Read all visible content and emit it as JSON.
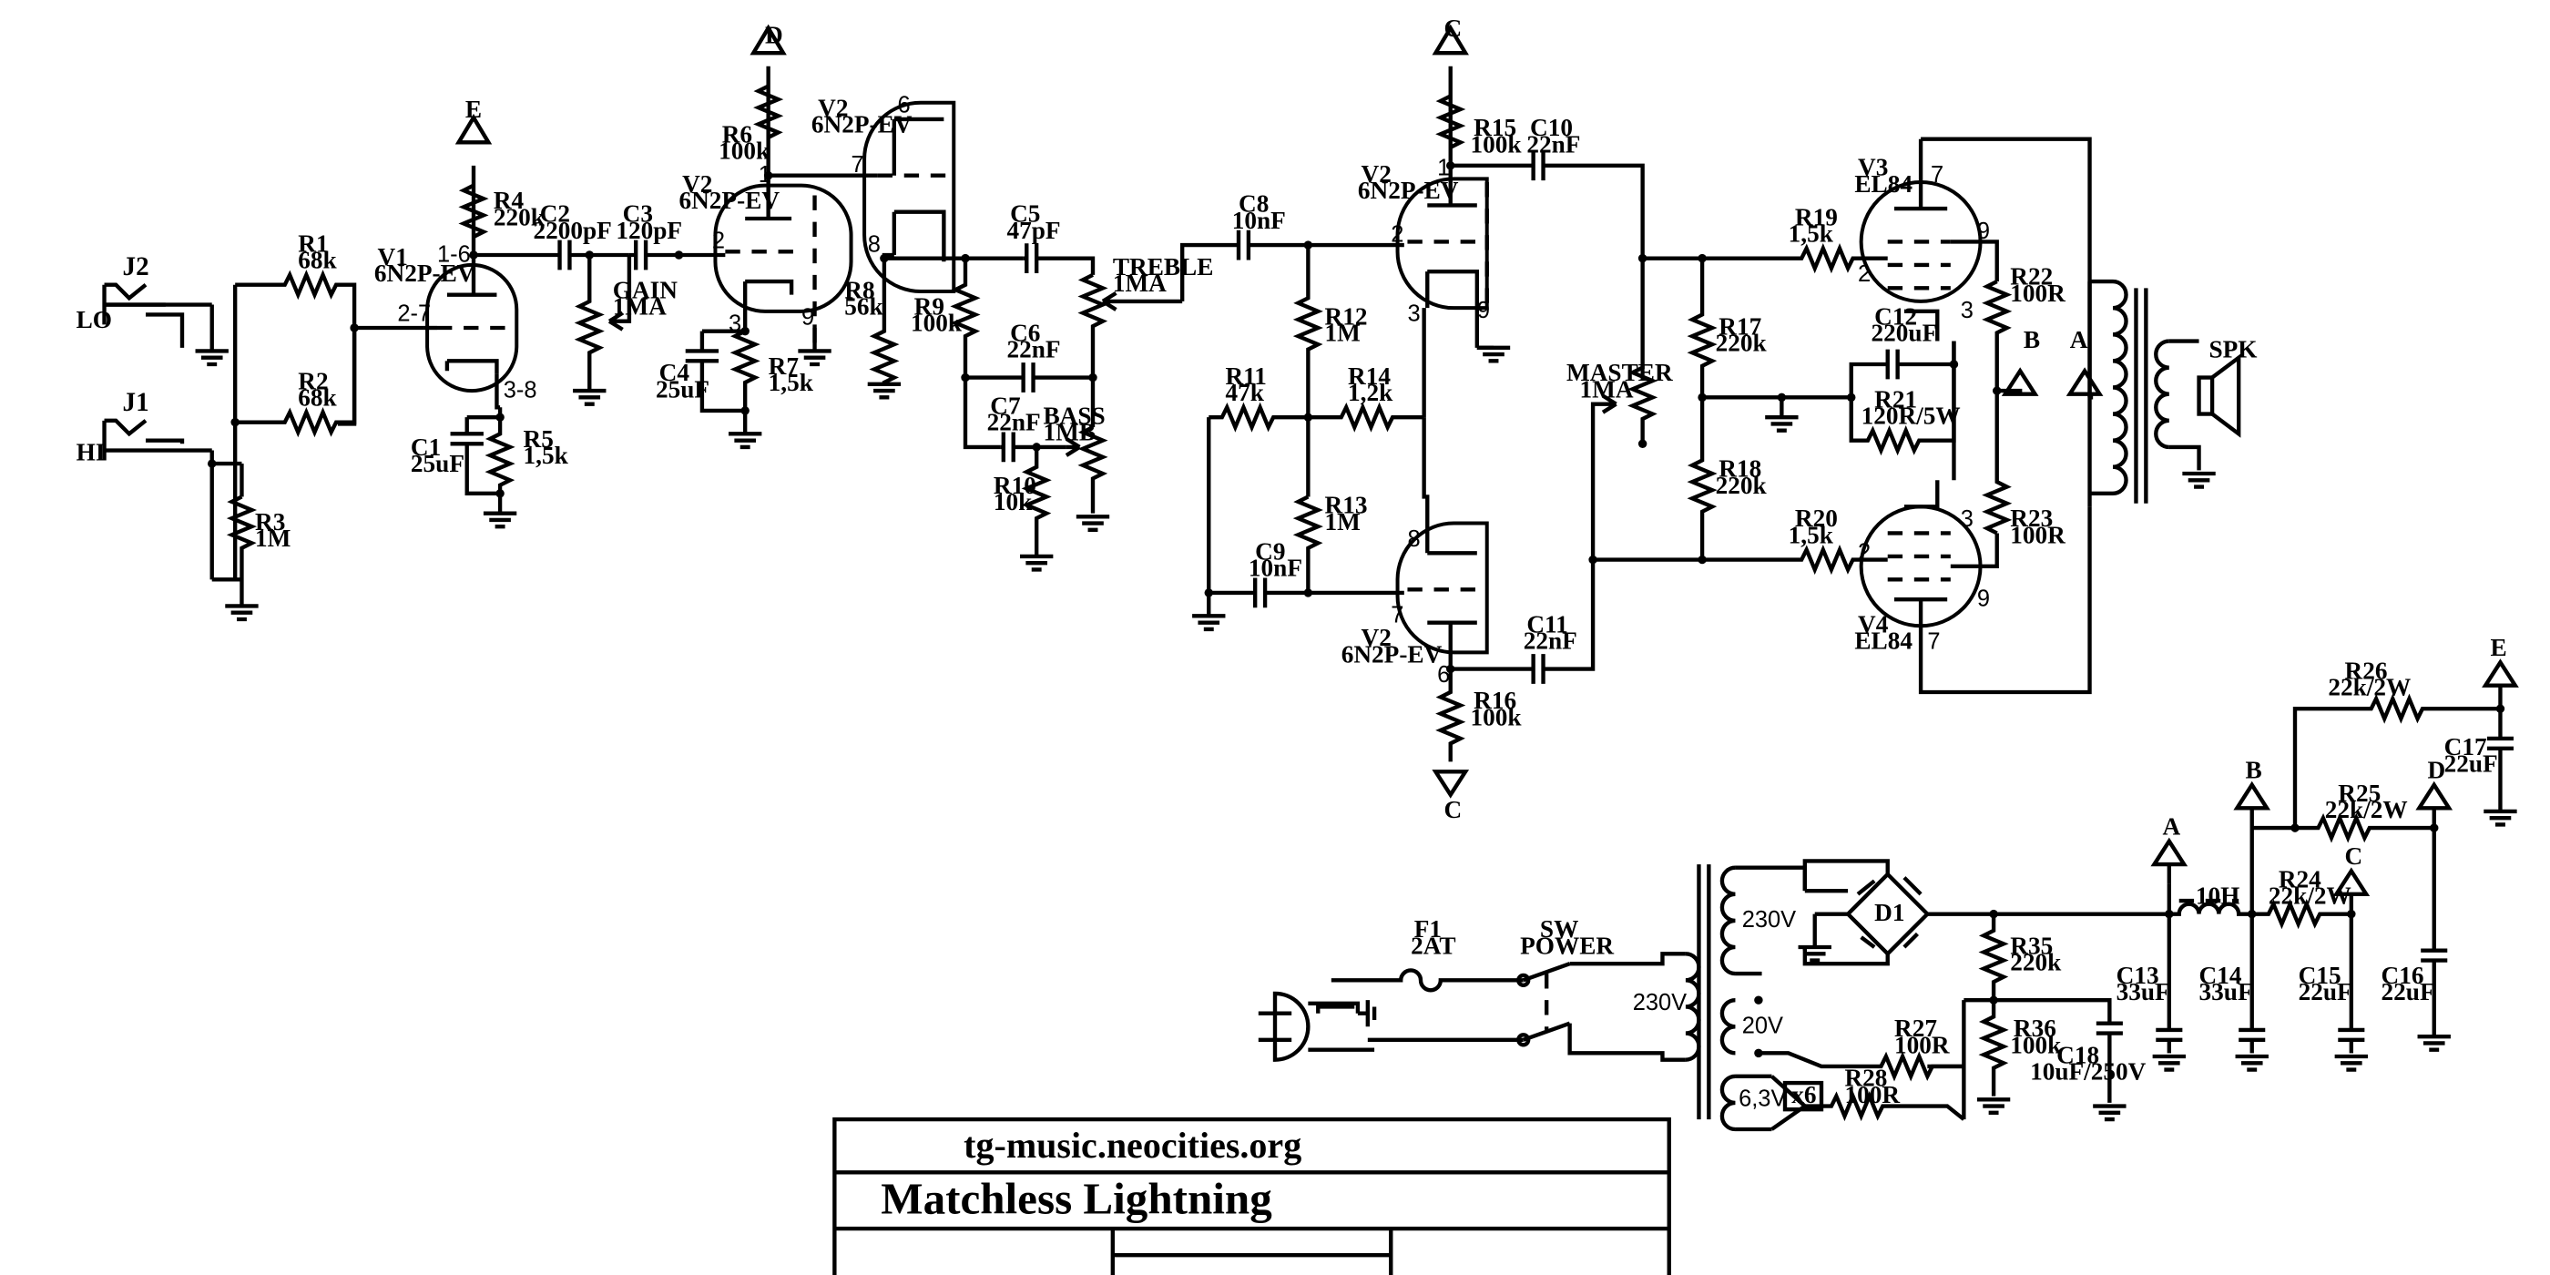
{
  "title_block": {
    "website": "tg-music.neocities.org",
    "title": "Matchless Lightning"
  },
  "labels": {
    "J1": "J1",
    "J2": "J2",
    "LO": "LO",
    "HI": "HI",
    "R1": "R1",
    "R1v": "68k",
    "R2": "R2",
    "R2v": "68k",
    "R3": "R3",
    "R3v": "1M",
    "R4": "R4",
    "R4v": "220k",
    "R5": "R5",
    "R5v": "1,5k",
    "R6": "R6",
    "R6v": "100k",
    "R7": "R7",
    "R7v": "1,5k",
    "R8": "R8",
    "R8v": "56k",
    "R9": "R9",
    "R9v": "100k",
    "R10": "R10",
    "R10v": "10k",
    "R11": "R11",
    "R11v": "47k",
    "R12": "R12",
    "R12v": "1M",
    "R13": "R13",
    "R13v": "1M",
    "R14": "R14",
    "R14v": "1,2k",
    "R15": "R15",
    "R15v": "100k",
    "R16": "R16",
    "R16v": "100k",
    "R17": "R17",
    "R17v": "220k",
    "R18": "R18",
    "R18v": "220k",
    "R19": "R19",
    "R19v": "1,5k",
    "R20": "R20",
    "R20v": "1,5k",
    "R21": "R21",
    "R21v": "120R/5W",
    "R22": "R22",
    "R22v": "100R",
    "R23": "R23",
    "R23v": "100R",
    "R24": "R24",
    "R24v": "22k/2W",
    "R25": "R25",
    "R25v": "22k/2W",
    "R26": "R26",
    "R26v": "22k/2W",
    "R27": "R27",
    "R27v": "100R",
    "R28": "R28",
    "R28v": "100R",
    "R35": "R35",
    "R35v": "220k",
    "R36": "R36",
    "R36v": "100k",
    "C1": "C1",
    "C1v": "25uF",
    "C2": "C2",
    "C2v": "2200pF",
    "C3": "C3",
    "C3v": "120pF",
    "C4": "C4",
    "C4v": "25uF",
    "C5": "C5",
    "C5v": "47pF",
    "C6": "C6",
    "C6v": "22nF",
    "C7": "C7",
    "C7v": "22nF",
    "C8": "C8",
    "C8v": "10nF",
    "C9": "C9",
    "C9v": "10nF",
    "C10": "C10",
    "C10v": "22nF",
    "C11": "C11",
    "C11v": "22nF",
    "C12": "C12",
    "C12v": "220uF",
    "C13": "C13",
    "C13v": "33uF",
    "C14": "C14",
    "C14v": "33uF",
    "C15": "C15",
    "C15v": "22uF",
    "C16": "C16",
    "C16v": "22uF",
    "C17": "C17",
    "C17v": "22uF",
    "C18": "C18",
    "C18v": "10uF/250V",
    "V1": "V1",
    "V1t": "6N2P-EV",
    "V2": "V2",
    "V2t": "6N2P-EV",
    "V3": "V3",
    "V3t": "EL84",
    "V4": "V4",
    "V4t": "EL84",
    "GAIN": "GAIN",
    "GAINv": "1MA",
    "TREBLE": "TREBLE",
    "TREBLEv": "1MA",
    "BASS": "BASS",
    "BASSv": "1MB",
    "MASTER": "MASTER",
    "MASTERv": "1MA",
    "SPK": "SPK",
    "D1": "D1",
    "F1": "F1",
    "F1v": "2AT",
    "SW": "SW",
    "POWER": "POWER",
    "choke": "10H",
    "v230": "230V",
    "v20": "20V",
    "v63": "6,3V",
    "x6": "x6",
    "A": "A",
    "B": "B",
    "C": "C",
    "D": "D",
    "E": "E",
    "p16": "1-6",
    "p27": "2-7",
    "p38": "3-8",
    "p1": "1",
    "p2": "2",
    "p3": "3",
    "p6": "6",
    "p7": "7",
    "p8": "8",
    "p9": "9"
  }
}
